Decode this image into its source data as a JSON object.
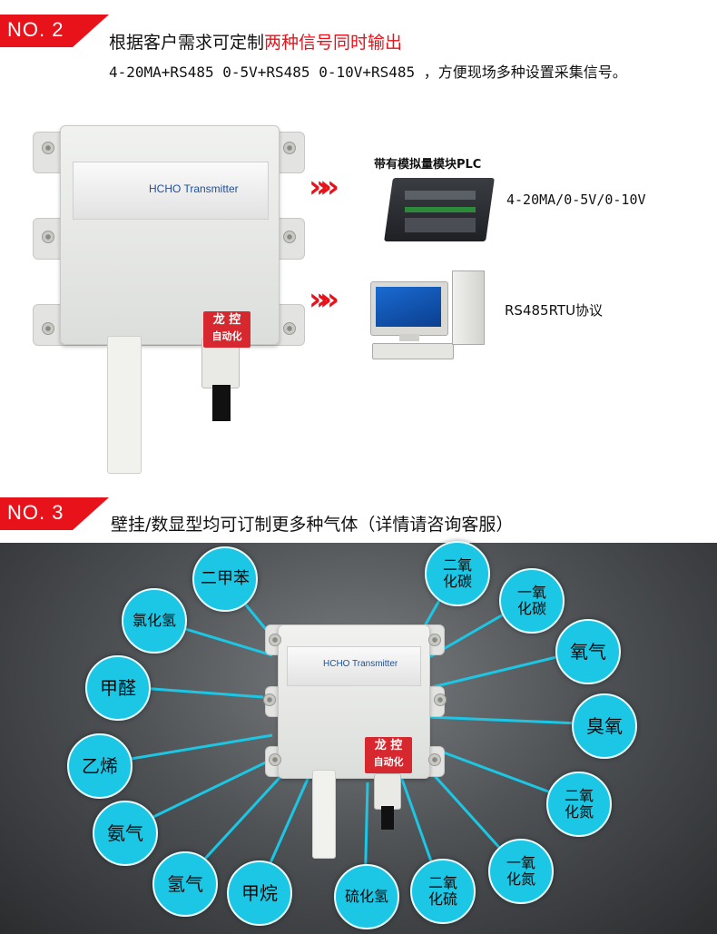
{
  "section2": {
    "tag": "NO. 2",
    "heading_prefix": "根据客户需求可定制",
    "heading_highlight": "两种信号同时输出",
    "signals_line": "4-20MA+RS485   0-5V+RS485   0-10V+RS485 ，方便现场多种设置采集信号。",
    "device_label": "HCHO Transmitter",
    "plc_title": "带有模拟量模块PLC",
    "analog_signal": "4-20MA/0-5V/0-10V",
    "digital_signal": "RS485RTU协议",
    "logo_line1": "龙 控",
    "logo_line2": "自动化",
    "arrow_glyph": "»»"
  },
  "section3": {
    "tag": "NO. 3",
    "heading": "壁挂/数显型均可订制更多种气体（详情请咨询客服）",
    "device_label": "HCHO Transmitter",
    "logo_line1": "龙 控",
    "logo_line2": "自动化",
    "gases": [
      {
        "l1": "二甲苯",
        "l2": ""
      },
      {
        "l1": "氯化氢",
        "l2": ""
      },
      {
        "l1": "甲醛",
        "l2": ""
      },
      {
        "l1": "乙烯",
        "l2": ""
      },
      {
        "l1": "氨气",
        "l2": ""
      },
      {
        "l1": "氢气",
        "l2": ""
      },
      {
        "l1": "甲烷",
        "l2": ""
      },
      {
        "l1": "硫化氢",
        "l2": ""
      },
      {
        "l1": "二氧",
        "l2": "化硫"
      },
      {
        "l1": "一氧",
        "l2": "化氮"
      },
      {
        "l1": "二氧",
        "l2": "化氮"
      },
      {
        "l1": "臭氧",
        "l2": ""
      },
      {
        "l1": "氧气",
        "l2": ""
      },
      {
        "l1": "一氧",
        "l2": "化碳"
      },
      {
        "l1": "二氧",
        "l2": "化碳"
      }
    ]
  },
  "colors": {
    "accent_red": "#e8121a",
    "bubble_cyan": "#1cc7e6",
    "brand_blue": "#1d4f9c"
  },
  "icons": [
    "chevron-right-icon",
    "plc-module-icon",
    "desktop-computer-icon",
    "screw-icon"
  ]
}
